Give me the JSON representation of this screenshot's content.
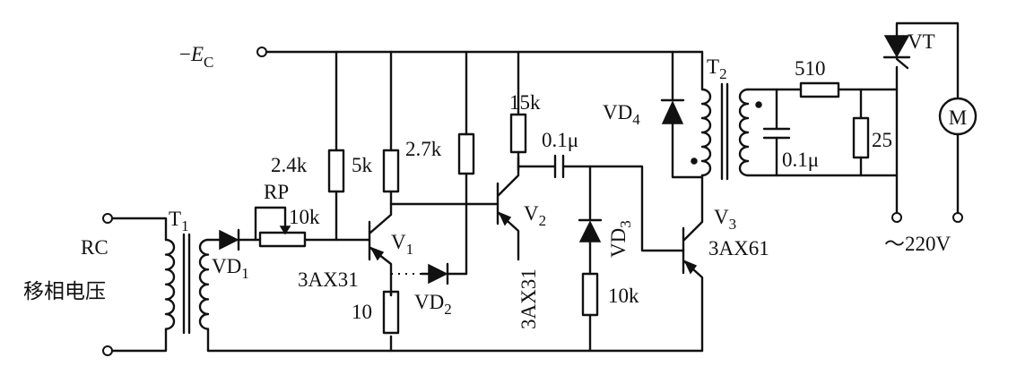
{
  "supply": {
    "sign": "−",
    "symbol": "E",
    "subscript": "C"
  },
  "input": {
    "line1": "RC",
    "line2": "移相电压"
  },
  "transformers": [
    {
      "name": "T",
      "sub": "1"
    },
    {
      "name": "T",
      "sub": "2"
    }
  ],
  "resistors": {
    "r24k": "2.4k",
    "r5k": "5k",
    "r27k": "2.7k",
    "r15k": "15k",
    "rp_name": "RP",
    "rp_value": "10k",
    "r10": "10",
    "r10k": "10k",
    "r510": "510",
    "r25": "25"
  },
  "capacitors": {
    "c1": "0.1μ",
    "c2": "0.1μ"
  },
  "diodes": {
    "vd1": {
      "name": "VD",
      "sub": "1"
    },
    "vd2": {
      "name": "VD",
      "sub": "2"
    },
    "vd3": {
      "name": "VD",
      "sub": "3"
    },
    "vd4": {
      "name": "VD",
      "sub": "4"
    }
  },
  "transistors": {
    "v1": {
      "name": "V",
      "sub": "1",
      "type": "3AX31"
    },
    "v2": {
      "name": "V",
      "sub": "2",
      "type": "3AX31"
    },
    "v3": {
      "name": "V",
      "sub": "3",
      "type": "3AX61"
    }
  },
  "thyristor": "VT",
  "motor": "M",
  "mains": "～220V"
}
